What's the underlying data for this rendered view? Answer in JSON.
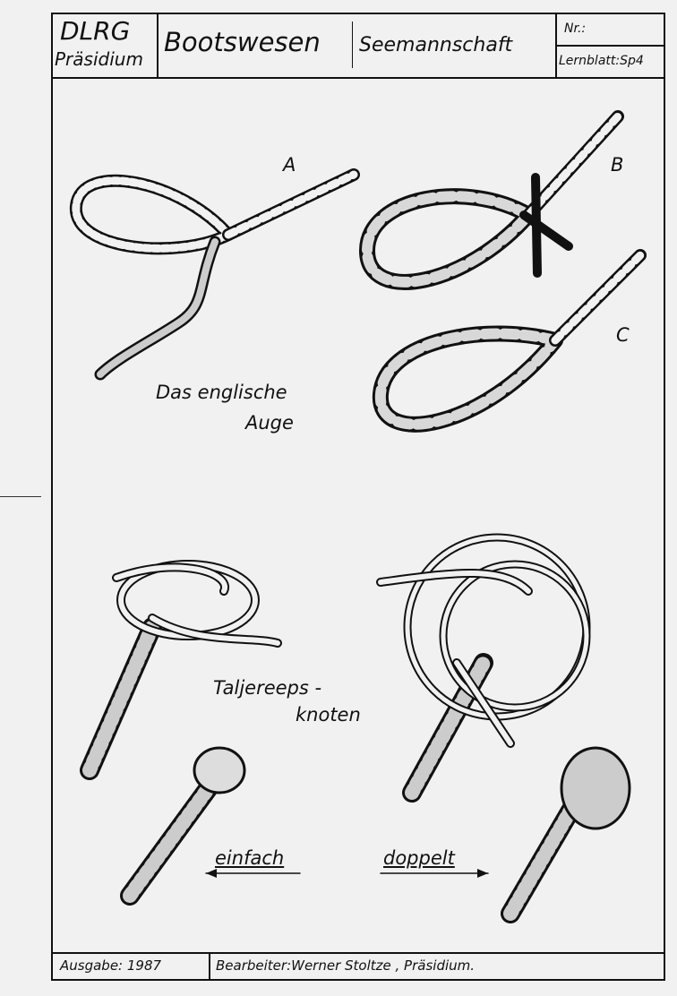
{
  "header": {
    "org": "DLRG",
    "org_sub": "Präsidium",
    "title": "Bootswesen",
    "subtitle": "Seemannschaft",
    "nr_label": "Nr.:",
    "sheet": "Lernblatt:Sp4"
  },
  "section1": {
    "labels": [
      "A",
      "B",
      "C"
    ],
    "caption_line1": "Das englische",
    "caption_line2": "Auge"
  },
  "section2": {
    "caption_line1": "Taljereeps -",
    "caption_line2": "knoten",
    "left_label": "einfach",
    "right_label": "doppelt"
  },
  "footer": {
    "edition": "Ausgabe: 1987",
    "author": "Bearbeiter:Werner Stoltze , Präsidium."
  }
}
